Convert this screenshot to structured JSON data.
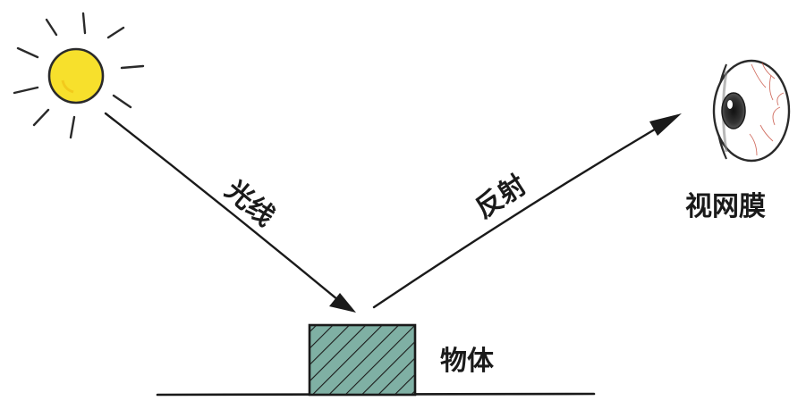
{
  "labels": {
    "incoming_ray": "光线",
    "reflection": "反射",
    "retina": "视网膜",
    "object": "物体"
  },
  "icons": {
    "light_source": "sun-icon",
    "eye": "eye-icon"
  },
  "colors": {
    "sun_fill": "#f7e02c",
    "sun_stroke": "#2a2a2a",
    "object_fill": "#7fb0a4",
    "ink": "#1a1a1a"
  }
}
